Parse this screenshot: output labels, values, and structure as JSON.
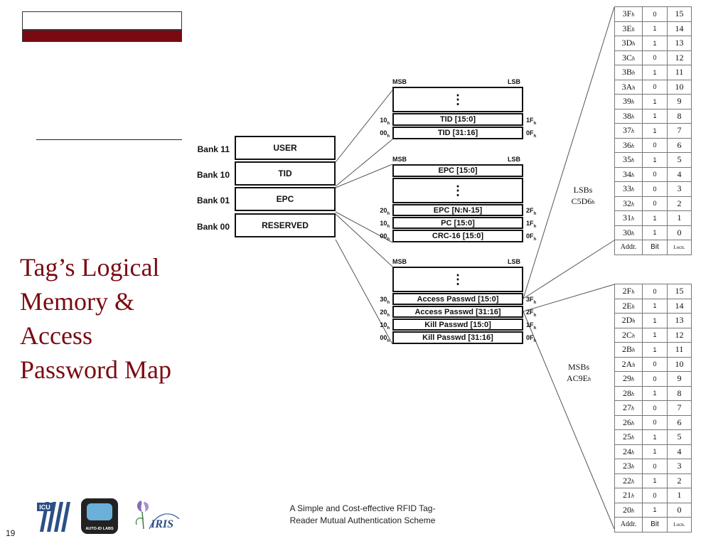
{
  "slide": {
    "title_lines": [
      "Tag’s Logical",
      "Memory &",
      "Access",
      "Password Map"
    ],
    "footer_line1": "A Simple and Cost-effective RFID Tag-",
    "footer_line2": "Reader Mutual Authentication Scheme",
    "page_number": "19",
    "colors": {
      "accent": "#7a0a12",
      "text": "#111111"
    }
  },
  "banks": [
    {
      "label": "Bank 11",
      "name": "USER"
    },
    {
      "label": "Bank 10",
      "name": "TID"
    },
    {
      "label": "Bank 01",
      "name": "EPC"
    },
    {
      "label": "Bank 00",
      "name": "RESERVED"
    }
  ],
  "tid_block": {
    "msb": "MSB",
    "lsb": "LSB",
    "ellipsis": "⋮",
    "rows": [
      {
        "left_addr": "10",
        "text": "TID [15:0]",
        "right_addr": "1F"
      },
      {
        "left_addr": "00",
        "text": "TID [31:16]",
        "right_addr": "0F"
      }
    ]
  },
  "epc_block": {
    "msb": "MSB",
    "lsb": "LSB",
    "ellipsis": "⋮",
    "top_row": "EPC [15:0]",
    "rows": [
      {
        "left_addr": "20",
        "text": "EPC [N:N-15]",
        "right_addr": "2F"
      },
      {
        "left_addr": "10",
        "text": "PC [15:0]",
        "right_addr": "1F"
      },
      {
        "left_addr": "00",
        "text": "CRC-16 [15:0]",
        "right_addr": "0F"
      }
    ]
  },
  "reserved_block": {
    "msb": "MSB",
    "lsb": "LSB",
    "ellipsis": "⋮",
    "rows": [
      {
        "left_addr": "30",
        "text": "Access Passwd [15:0]",
        "right_addr": "3F"
      },
      {
        "left_addr": "20",
        "text": "Access Passwd [31:16]",
        "right_addr": "2F"
      },
      {
        "left_addr": "10",
        "text": "Kill Passwd [15:0]",
        "right_addr": "1F"
      },
      {
        "left_addr": "00",
        "text": "Kill Passwd [31:16]",
        "right_addr": "0F"
      }
    ]
  },
  "addr_subscript": "h",
  "lsb_table": {
    "label_line1": "LSBs",
    "label_line2": "C5D6",
    "rows": [
      {
        "addr": "3F",
        "bit": "0",
        "locn": "15"
      },
      {
        "addr": "3E",
        "bit": "1",
        "locn": "14"
      },
      {
        "addr": "3D",
        "bit": "1",
        "locn": "13"
      },
      {
        "addr": "3C",
        "bit": "0",
        "locn": "12"
      },
      {
        "addr": "3B",
        "bit": "1",
        "locn": "11"
      },
      {
        "addr": "3A",
        "bit": "0",
        "locn": "10"
      },
      {
        "addr": "39",
        "bit": "1",
        "locn": "9"
      },
      {
        "addr": "38",
        "bit": "1",
        "locn": "8"
      },
      {
        "addr": "37",
        "bit": "1",
        "locn": "7"
      },
      {
        "addr": "36",
        "bit": "0",
        "locn": "6"
      },
      {
        "addr": "35",
        "bit": "1",
        "locn": "5"
      },
      {
        "addr": "34",
        "bit": "0",
        "locn": "4"
      },
      {
        "addr": "33",
        "bit": "0",
        "locn": "3"
      },
      {
        "addr": "32",
        "bit": "0",
        "locn": "2"
      },
      {
        "addr": "31",
        "bit": "1",
        "locn": "1"
      },
      {
        "addr": "30",
        "bit": "1",
        "locn": "0"
      }
    ],
    "footer": {
      "addr": "Addr.",
      "bit": "Bit",
      "locn": "Locn."
    }
  },
  "msb_table": {
    "label_line1": "MSBs",
    "label_line2": "AC9E",
    "rows": [
      {
        "addr": "2F",
        "bit": "0",
        "locn": "15"
      },
      {
        "addr": "2E",
        "bit": "1",
        "locn": "14"
      },
      {
        "addr": "2D",
        "bit": "1",
        "locn": "13"
      },
      {
        "addr": "2C",
        "bit": "1",
        "locn": "12"
      },
      {
        "addr": "2B",
        "bit": "1",
        "locn": "11"
      },
      {
        "addr": "2A",
        "bit": "0",
        "locn": "10"
      },
      {
        "addr": "29",
        "bit": "0",
        "locn": "9"
      },
      {
        "addr": "28",
        "bit": "1",
        "locn": "8"
      },
      {
        "addr": "27",
        "bit": "0",
        "locn": "7"
      },
      {
        "addr": "26",
        "bit": "0",
        "locn": "6"
      },
      {
        "addr": "25",
        "bit": "1",
        "locn": "5"
      },
      {
        "addr": "24",
        "bit": "1",
        "locn": "4"
      },
      {
        "addr": "23",
        "bit": "0",
        "locn": "3"
      },
      {
        "addr": "22",
        "bit": "1",
        "locn": "2"
      },
      {
        "addr": "21",
        "bit": "0",
        "locn": "1"
      },
      {
        "addr": "20",
        "bit": "1",
        "locn": "0"
      }
    ],
    "footer": {
      "addr": "Addr.",
      "bit": "Bit",
      "locn": "Locn."
    }
  },
  "logos": {
    "icu_text": "ICU",
    "autoid_text": "AUTO-ID LABS",
    "iris_text": "IRIS",
    "icons": [
      "icu-logo-icon",
      "auto-id-labs-logo-icon",
      "iris-flower-logo-icon"
    ]
  }
}
